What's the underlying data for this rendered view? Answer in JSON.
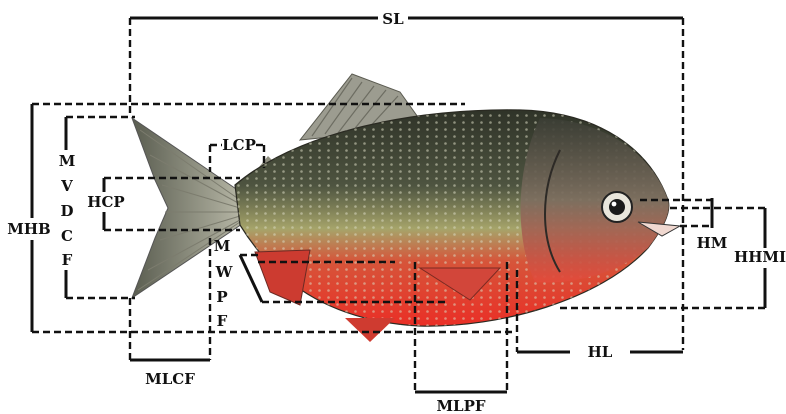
{
  "labels": {
    "sl": "SL",
    "lcp": "LCP",
    "hcp": "HCP",
    "mhb": "MHB",
    "hm": "HM",
    "hhmi": "HHMI",
    "hl": "HL",
    "mlcf": "MLCF",
    "mlpf": "MLPF"
  },
  "vertical_labels": {
    "mvdcf": [
      "M",
      "V",
      "D",
      "C",
      "F"
    ],
    "mwpf": [
      "M",
      "W",
      "P",
      "F"
    ]
  },
  "colors": {
    "fish_back": "#3c4032",
    "fish_side": "#9a9a62",
    "fish_belly": "#e8332a",
    "line": "#111111"
  }
}
